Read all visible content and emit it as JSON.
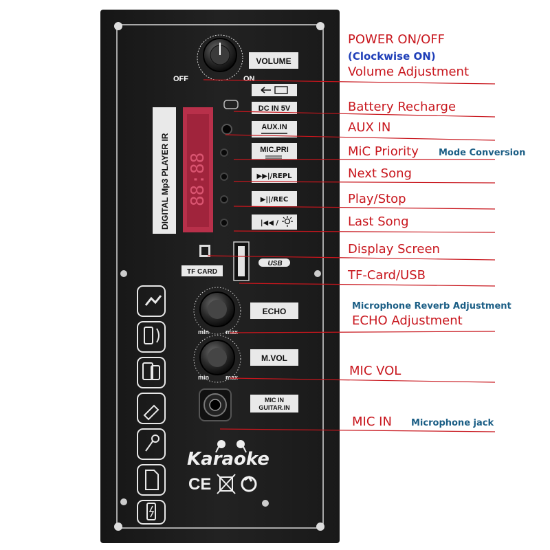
{
  "panel": {
    "volume_label": "VOLUME",
    "off_label": "OFF",
    "on_label": "ON",
    "dc_label": "DC IN 5V",
    "aux_label": "AUX.IN",
    "mic_pri_label": "MIC.PRI",
    "next_label": "▶▶|/REPL",
    "play_label": "▶||/REC",
    "prev_label": "|◀◀ /",
    "vertical_text": "DIGITAL Mp3 PLAYER IR",
    "tf_card_label": "TF CARD",
    "usb_label": "USB",
    "echo_label": "ECHO",
    "mvol_label": "M.VOL",
    "knob_min": "min",
    "knob_max": "max",
    "mic_in_label_1": "MIC IN",
    "mic_in_label_2": "GUITAR.IN",
    "brand": "Karaoke",
    "ce_mark": "CE",
    "display_digits": "88:88"
  },
  "annotations": {
    "power": "POWER ON/OFF",
    "power_note": "(Clockwise ON)",
    "volume": "Volume Adjustment",
    "battery": "Battery Recharge",
    "aux": "AUX IN",
    "mic_priority": "MiC Priority",
    "mode_conversion": "Mode Conversion",
    "next": "Next Song",
    "play": "Play/Stop",
    "last": "Last Song",
    "display": "Display Screen",
    "tf_usb": "TF-Card/USB",
    "reverb": "Microphone Reverb Adjustment",
    "echo": "ECHO Adjustment",
    "mic_vol": "MIC VOL",
    "mic_in": "MIC IN",
    "mic_jack": "Microphone jack"
  },
  "colors": {
    "panel": "#1c1c1c",
    "line": "#c8161d",
    "label_bg": "#e9e9e9",
    "display": "#b8304a",
    "annotation_blue": "#1f3fb8",
    "annotation_teal": "#1b5e85"
  },
  "icons": [
    "power-charge-icon",
    "mp3-player-icon",
    "phone-icon",
    "usb-stick-icon",
    "microphone-icon",
    "sd-card-icon",
    "battery-icon"
  ]
}
